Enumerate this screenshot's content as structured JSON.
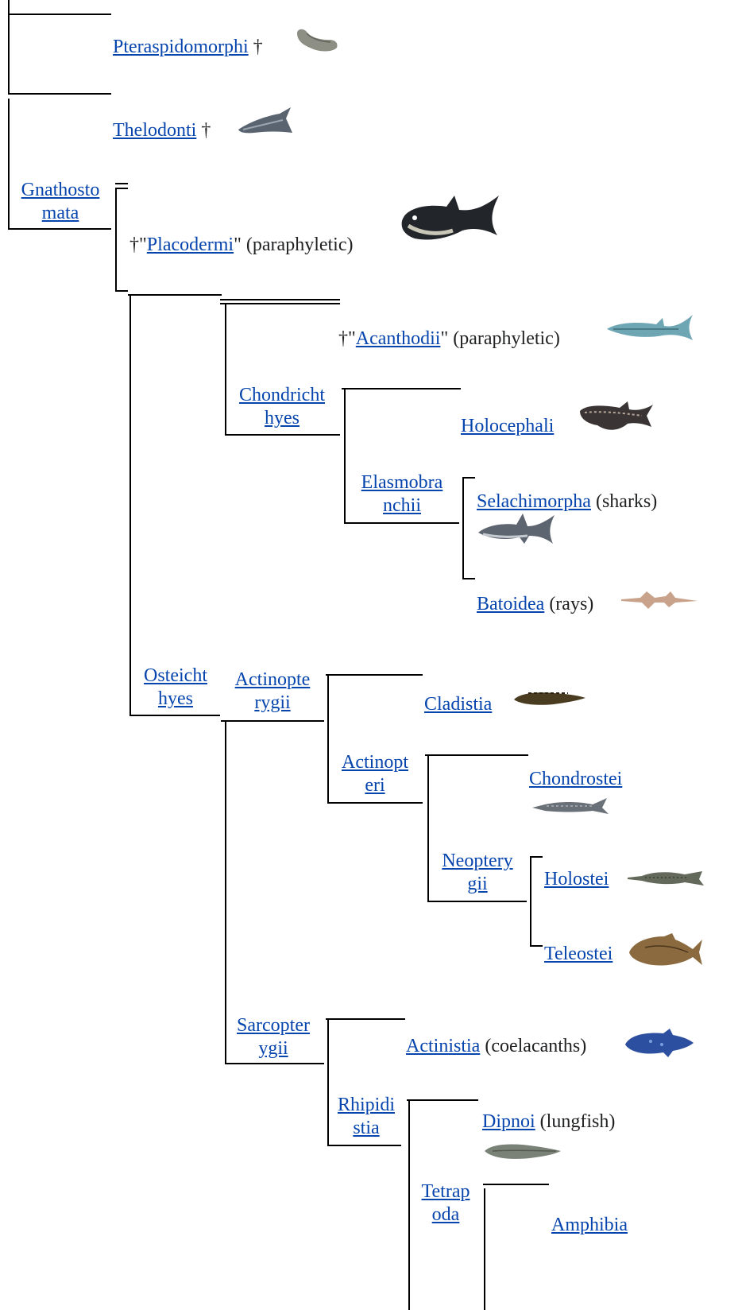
{
  "dagger": "†",
  "quote": "\"",
  "paraphyletic": "(paraphyletic)",
  "nodes": {
    "gnathostomata": [
      "Gnathosto",
      "mata"
    ],
    "chondrichthyes": [
      "Chondricht",
      "hyes"
    ],
    "elasmobranchii": [
      "Elasmobra",
      "nchii"
    ],
    "osteichthyes": [
      "Osteicht",
      "hyes"
    ],
    "actinopterygii": [
      "Actinopte",
      "rygii"
    ],
    "actinopteri": [
      "Actinopt",
      "eri"
    ],
    "neopterygii": [
      "Neoptery",
      "gii"
    ],
    "sarcopterygii": [
      "Sarcopter",
      "ygii"
    ],
    "rhipidistia": [
      "Rhipidi",
      "stia"
    ],
    "tetrapoda": [
      "Tetrap",
      "oda"
    ]
  },
  "taxa": {
    "pteraspidomorphi": "Pteraspidomorphi",
    "thelodonti": "Thelodonti",
    "placodermi": "Placodermi",
    "acanthodii": "Acanthodii",
    "holocephali": "Holocephali",
    "selachimorpha": "Selachimorpha",
    "sharks": "(sharks)",
    "batoidea": "Batoidea",
    "rays": "(rays)",
    "cladistia": "Cladistia",
    "chondrostei": "Chondrostei",
    "holostei": "Holostei",
    "teleostei": "Teleostei",
    "actinistia": "Actinistia",
    "coelacanths": "(coelacanths)",
    "dipnoi": "Dipnoi",
    "lungfish": "(lungfish)",
    "amphibia": "Amphibia"
  },
  "colors": {
    "link": "#0645ad",
    "text": "#202122",
    "line": "#000000"
  }
}
